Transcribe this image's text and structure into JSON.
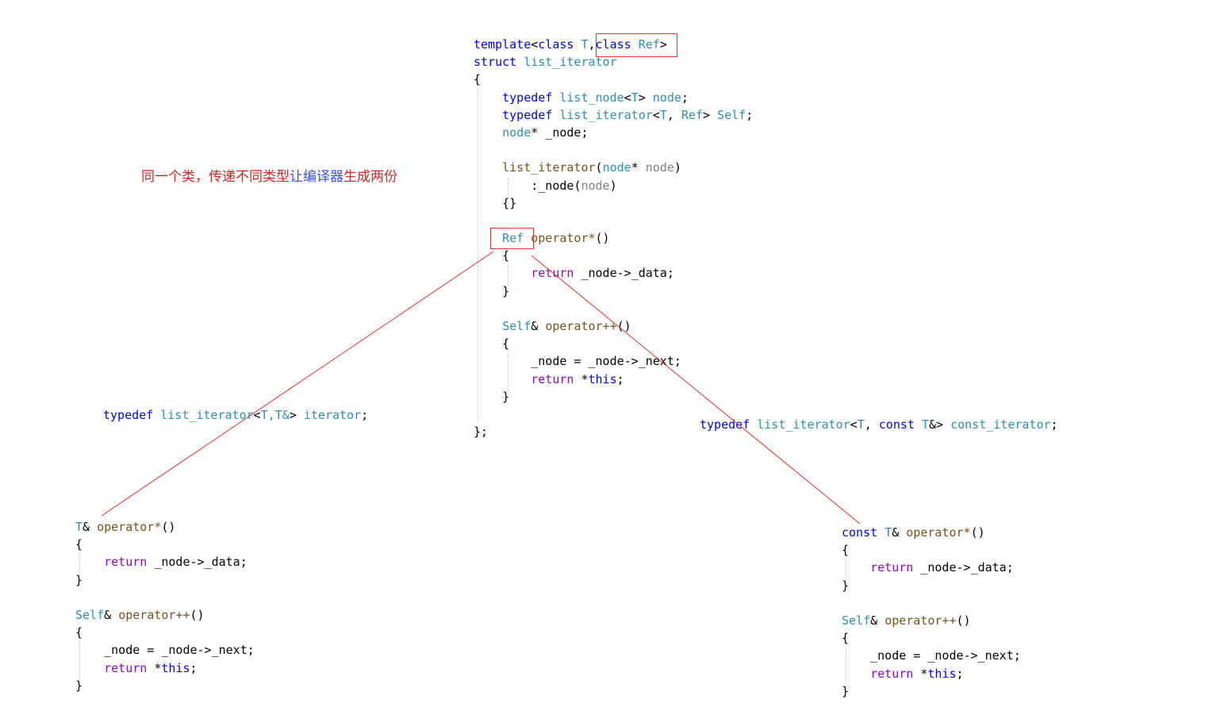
{
  "annotation": {
    "part_red_1": "同一个类，传递不同类型",
    "part_blue": "让编译器",
    "part_red_2": "生成两份"
  },
  "main_code": {
    "template_kw": "template",
    "class_kw": "class",
    "T": "T",
    "Ref": "Ref",
    "struct_kw": "struct",
    "list_iterator": "list_iterator",
    "typedef_kw": "typedef",
    "list_node": "list_node",
    "node_type": "node",
    "Self": "Self",
    "member": "_node",
    "param": "node",
    "operator_star": "operator*",
    "operator_inc": "operator++",
    "return_kw": "return",
    "this_kw": "this",
    "data_member": "_data",
    "next_member": "_next"
  },
  "left_typedef": {
    "name": "iterator",
    "template_args": "T,T&"
  },
  "right_typedef": {
    "name": "const_iterator",
    "const_kw": "const"
  },
  "colors": {
    "keyword": "#0000ff",
    "type": "#2b91af",
    "function": "#74531f",
    "control": "#8f08c4",
    "param": "#808080",
    "annotation": "#e02020",
    "annotation_blue": "#3050e8",
    "line": "#e03030"
  }
}
